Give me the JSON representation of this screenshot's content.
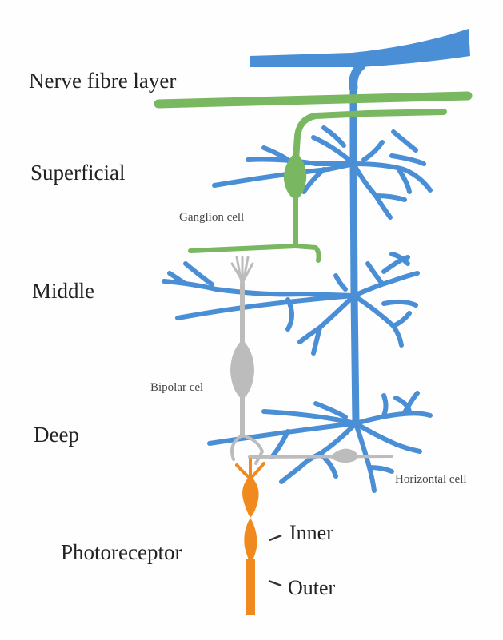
{
  "layers": {
    "nerve_fibre": "Nerve fibre layer",
    "superficial": "Superficial",
    "middle": "Middle",
    "deep": "Deep",
    "photoreceptor": "Photoreceptor"
  },
  "cells": {
    "ganglion": "Ganglion cell",
    "bipolar": "Bipolar cel",
    "horizontal": "Horizontal cell"
  },
  "segments": {
    "inner": "Inner",
    "outer": "Outer"
  },
  "colors": {
    "vessel": "#4a8fd6",
    "ganglion": "#79b860",
    "bipolar": "#bcbcbc",
    "photoreceptor": "#f08a1e"
  }
}
